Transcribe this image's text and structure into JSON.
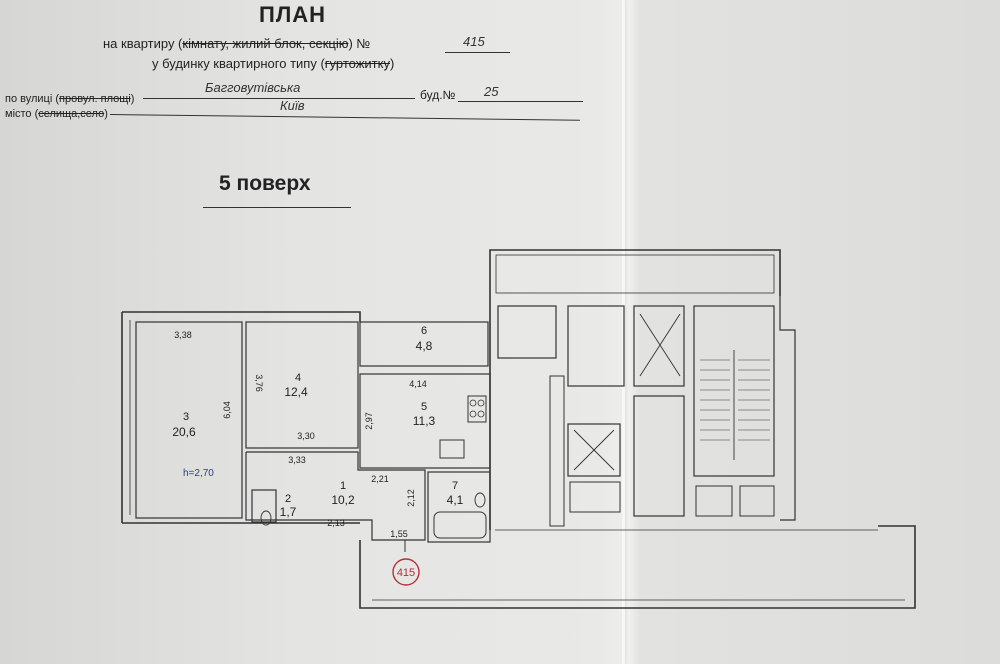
{
  "header": {
    "title": "ПЛАН",
    "line1_prefix": "на квартиру (",
    "line1_struck": "кімнату, жилий блок, секцію",
    "line1_suffix": ") №",
    "apartment_no": "415",
    "line2_prefix": "у будинку квартирного типу (",
    "line2_struck": "гуртожитку",
    "line2_suffix": ")",
    "street_prefix": "по вулиці (",
    "street_struck": "провул. площі",
    "street_suffix": ")",
    "street_value": "Багговутівська",
    "building_label": "буд.№",
    "building_no": "25",
    "city_prefix": "місто (",
    "city_struck": "селища,село",
    "city_suffix": ")",
    "city_value": "Київ"
  },
  "floor_label": "5 поверх",
  "height_label": "h=2,70",
  "apartment_stamp": "415",
  "rooms": [
    {
      "num": "1",
      "area": "10,2"
    },
    {
      "num": "2",
      "area": "1,7"
    },
    {
      "num": "3",
      "area": "20,6"
    },
    {
      "num": "4",
      "area": "12,4"
    },
    {
      "num": "5",
      "area": "11,3"
    },
    {
      "num": "6",
      "area": "4,8"
    },
    {
      "num": "7",
      "area": "4,1"
    }
  ],
  "dimensions": {
    "d338": "3,38",
    "d604": "6,04",
    "d376": "3,76",
    "d330": "3,30",
    "d414": "4,14",
    "d297": "2,97",
    "d333": "3,33",
    "d221": "2,21",
    "d212": "2,12",
    "d213": "2,13",
    "d155": "1,55"
  },
  "colors": {
    "ink": "#222222",
    "stamp": "#b5303a",
    "height_ink": "#2a3d8f"
  }
}
